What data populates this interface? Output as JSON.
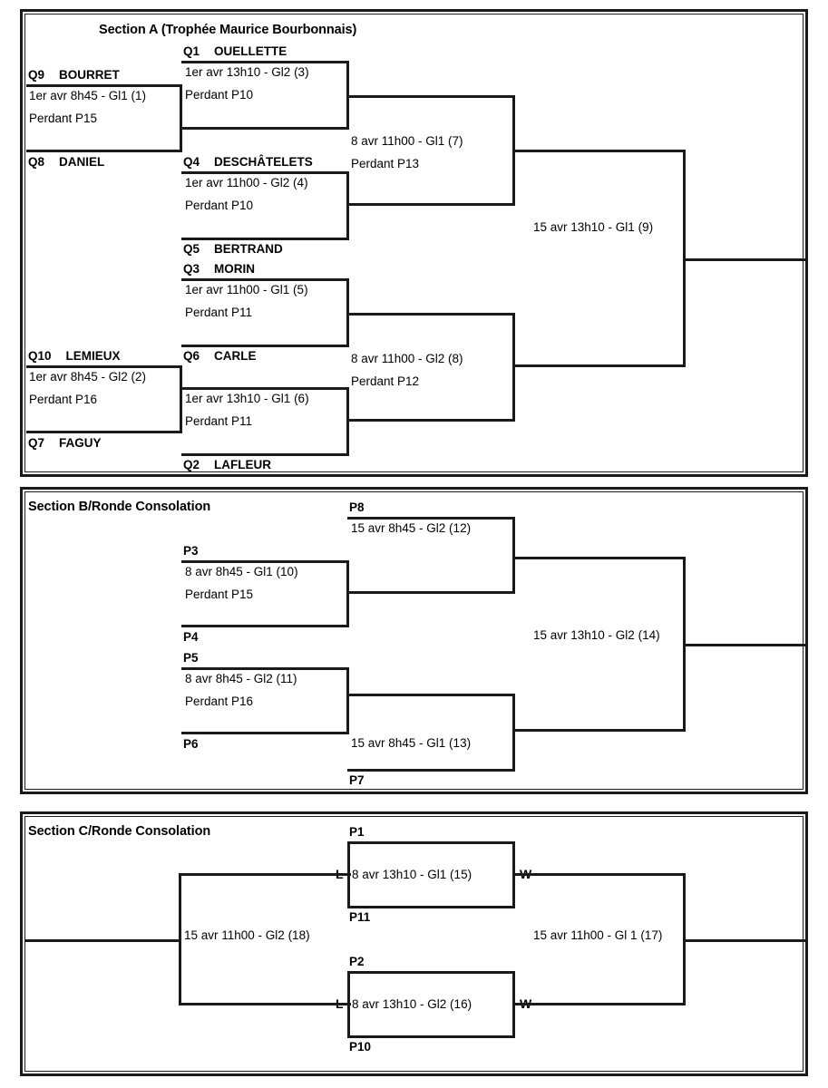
{
  "sections": {
    "a": {
      "title": "Section A (Trophée Maurice Bourbonnais)",
      "seeds": {
        "q9": {
          "code": "Q9",
          "name": "BOURRET"
        },
        "q8": {
          "code": "Q8",
          "name": "DANIEL"
        },
        "q10": {
          "code": "Q10",
          "name": "LEMIEUX"
        },
        "q7": {
          "code": "Q7",
          "name": "FAGUY"
        },
        "q1": {
          "code": "Q1",
          "name": "OUELLETTE"
        },
        "q4": {
          "code": "Q4",
          "name": "DESCHÂTELETS"
        },
        "q5": {
          "code": "Q5",
          "name": "BERTRAND"
        },
        "q3": {
          "code": "Q3",
          "name": "MORIN"
        },
        "q6": {
          "code": "Q6",
          "name": "CARLE"
        },
        "q2": {
          "code": "Q2",
          "name": "LAFLEUR"
        }
      },
      "matches": {
        "m1": {
          "when": "1er avr 8h45 - Gl1 (1)",
          "loser": "Perdant P15"
        },
        "m2": {
          "when": "1er avr 8h45 - Gl2  (2)",
          "loser": "Perdant P16"
        },
        "m3": {
          "when": "1er avr 13h10 - Gl2 (3)",
          "loser": "Perdant P10"
        },
        "m4": {
          "when": "1er avr 11h00 - Gl2 (4)",
          "loser": "Perdant P10"
        },
        "m5": {
          "when": "1er avr 11h00 - Gl1 (5)",
          "loser": "Perdant P11"
        },
        "m6": {
          "when": "1er avr 13h10 - Gl1 (6)",
          "loser": "Perdant P11"
        },
        "m7": {
          "when": "8 avr 11h00 - Gl1 (7)",
          "loser": "Perdant P13"
        },
        "m8": {
          "when": "8 avr 11h00 - Gl2 (8)",
          "loser": "Perdant P12"
        },
        "m9": {
          "when": "15 avr 13h10 - Gl1 (9)"
        }
      }
    },
    "b": {
      "title": "Section B/Ronde Consolation",
      "seeds": {
        "p3": {
          "code": "P3"
        },
        "p4": {
          "code": "P4"
        },
        "p5": {
          "code": "P5"
        },
        "p6": {
          "code": "P6"
        },
        "p8": {
          "code": "P8"
        },
        "p7": {
          "code": "P7"
        }
      },
      "matches": {
        "m10": {
          "when": "8 avr 8h45 - Gl1  (10)",
          "loser": "Perdant P15"
        },
        "m11": {
          "when": "8 avr 8h45 - Gl2  (11)",
          "loser": "Perdant P16"
        },
        "m12": {
          "when": "15 avr 8h45 - Gl2 (12)"
        },
        "m13": {
          "when": "15 avr 8h45 - Gl1 (13)"
        },
        "m14": {
          "when": "15 avr 13h10 - Gl2 (14)"
        }
      }
    },
    "c": {
      "title": "Section C/Ronde Consolation",
      "seeds": {
        "p1": {
          "code": "P1"
        },
        "p11": {
          "code": "P11"
        },
        "p2": {
          "code": "P2"
        },
        "p10": {
          "code": "P10"
        }
      },
      "matches": {
        "m15": {
          "when": "8 avr 13h10 - Gl1 (15)",
          "loser_tag": "L",
          "winner_tag": "W"
        },
        "m16": {
          "when": "8 avr 13h10 - Gl2 (16)",
          "loser_tag": "L",
          "winner_tag": "W"
        },
        "m17": {
          "when": "15 avr 11h00 - Gl 1 (17)"
        },
        "m18": {
          "when": "15 avr 11h00 - Gl2 (18)"
        }
      }
    }
  }
}
